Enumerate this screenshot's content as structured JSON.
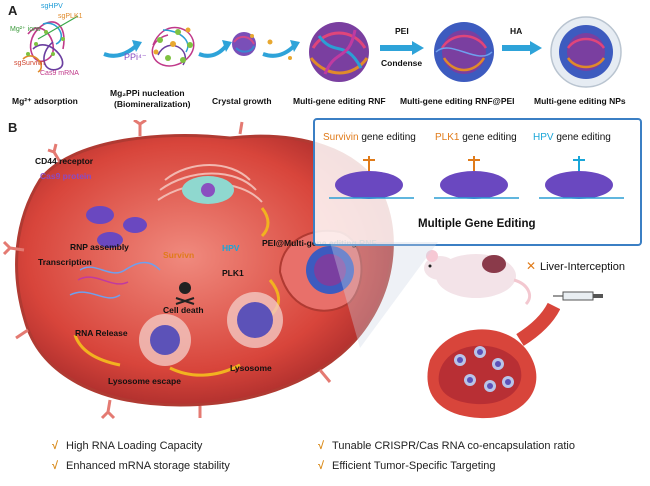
{
  "panels": {
    "a": "A",
    "b": "B"
  },
  "panel_a": {
    "mix_labels": {
      "hpv": "sgHPV",
      "plk1": "sgPLK1",
      "mg": "Mg²⁺ ions",
      "survivin": "sgSurvivn",
      "cas9": "Cas9 mRNA"
    },
    "ppi": "PPi⁴⁻",
    "steps": [
      "Mg²⁺ adsorption",
      "Mg₂PPi nucleation",
      "(Biomineralization)",
      "Crystal growth",
      "Multi-gene editing RNF",
      "Multi-gene editing RNF@PEI",
      "Multi-gene editing NPs"
    ],
    "arrows": {
      "pei": "PEI",
      "condense": "Condense",
      "ha": "HA"
    }
  },
  "panel_b": {
    "cell_labels": {
      "cd44": "CD44 receptor",
      "cas9_protein": "Cas9 protein",
      "rnp": "RNP  assembly",
      "transcription": "Transcription",
      "rna_release": "RNA Release",
      "lysosome_escape": "Lysosome escape",
      "lysosome": "Lysosome",
      "cell_death": "Cell death",
      "pei_rnf": "PEI@Multi-gene editing RNF",
      "survivin": "Survivn",
      "hpv": "HPV",
      "plk1": "PLK1"
    },
    "gene_box": {
      "items": [
        {
          "name": "Survivin",
          "suffix": " gene editing",
          "color": "#e07b1a"
        },
        {
          "name": "PLK1",
          "suffix": " gene editing",
          "color": "#e07b1a"
        },
        {
          "name": "HPV",
          "suffix": " gene editing",
          "color": "#1aa6d8"
        }
      ],
      "title": "Multiple Gene Editing"
    },
    "liver": "Liver-Interception",
    "features": [
      "High RNA Loading Capacity",
      "Enhanced mRNA storage stability",
      "Tunable CRISPR/Cas RNA co-encapsulation ratio",
      "Efficient Tumor-Specific Targeting"
    ]
  },
  "colors": {
    "accent_orange": "#e07b1a",
    "accent_blue": "#1aa6d8",
    "cell": "#d8453b",
    "box_border": "#3b7fc4"
  }
}
